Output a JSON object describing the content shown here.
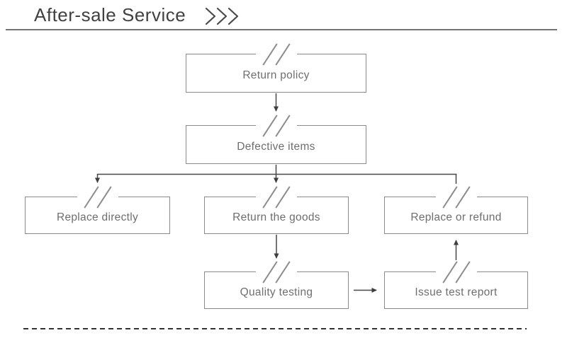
{
  "header": {
    "title": "After-sale Service",
    "chevrons_icon": "triple-chevron-right"
  },
  "flowchart": {
    "type": "flowchart",
    "nodes": [
      {
        "id": "return-policy",
        "label": "Return policy"
      },
      {
        "id": "defective-items",
        "label": "Defective items"
      },
      {
        "id": "replace-directly",
        "label": "Replace directly"
      },
      {
        "id": "return-the-goods",
        "label": "Return the goods"
      },
      {
        "id": "replace-or-refund",
        "label": "Replace or refund"
      },
      {
        "id": "quality-testing",
        "label": "Quality testing"
      },
      {
        "id": "issue-test-report",
        "label": "Issue test report"
      }
    ],
    "edges": [
      {
        "from": "return-policy",
        "to": "defective-items",
        "direction": "down"
      },
      {
        "from": "defective-items",
        "to": "replace-directly",
        "direction": "down"
      },
      {
        "from": "defective-items",
        "to": "return-the-goods",
        "direction": "down"
      },
      {
        "from": "defective-items",
        "to": "replace-or-refund",
        "direction": "down"
      },
      {
        "from": "return-the-goods",
        "to": "quality-testing",
        "direction": "down"
      },
      {
        "from": "quality-testing",
        "to": "issue-test-report",
        "direction": "right"
      },
      {
        "from": "issue-test-report",
        "to": "replace-or-refund",
        "direction": "up"
      }
    ]
  },
  "colors": {
    "background": "#ffffff",
    "title_text": "#414141",
    "header_rule": "#73737a",
    "box_border": "#8a8a8a",
    "box_text": "#6e6e6e",
    "break_mark": "#8d8d8d",
    "connector": "#474747",
    "arrowhead": "#3e3e3e",
    "dashed_line": "#333333"
  }
}
